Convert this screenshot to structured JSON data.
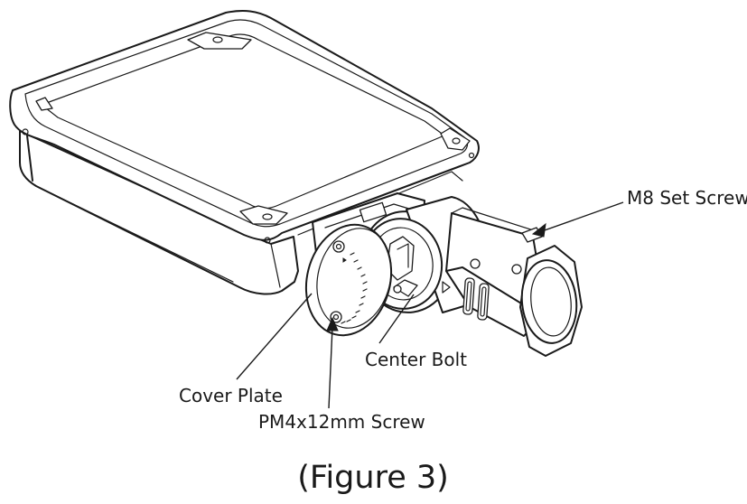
{
  "labels": {
    "m8_set_screw": "M8 Set Screw",
    "center_bolt": "Center Bolt",
    "cover_plate": "Cover Plate",
    "pm4_screw": "PM4x12mm Screw"
  },
  "caption": "(Figure 3)",
  "colors": {
    "line": "#1a1a1a",
    "background": "#ffffff"
  }
}
